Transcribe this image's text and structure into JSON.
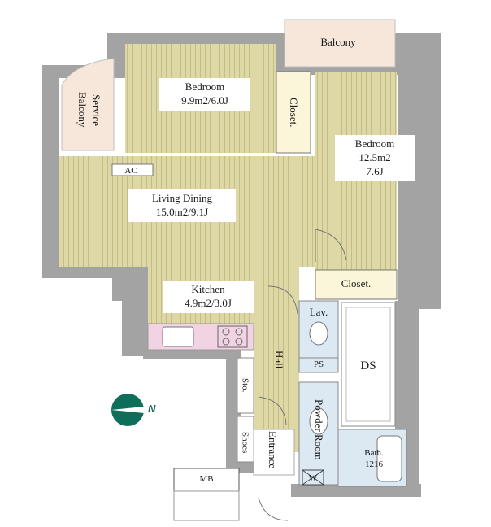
{
  "rooms": {
    "balcony": "Balcony",
    "service_balcony": "Service Balcony",
    "bedroom1_name": "Bedroom",
    "bedroom1_area": "9.9m2/6.0J",
    "closet1": "Closet.",
    "bedroom2_name": "Bedroom",
    "bedroom2_area": "12.5m2",
    "bedroom2_jo": "7.6J",
    "ac": "AC",
    "living_name": "Living Dining",
    "living_area": "15.0m2/9.1J",
    "kitchen_name": "Kitchen",
    "kitchen_area": "4.9m2/3.0J",
    "closet2": "Closet.",
    "lav": "Lav.",
    "ps": "PS",
    "ds": "DS",
    "hall": "Hall",
    "sto": "Sto.",
    "shoes": "Shoes",
    "powder_room": "Powder Room",
    "entrance": "Entrance",
    "bath_name": "Bath.",
    "bath_size": "1216",
    "w": "W",
    "mb": "MB"
  },
  "compass": {
    "label": "N",
    "color": "#0f6e5a"
  },
  "colors": {
    "wall": "#a3a3a3",
    "floor": "#ddd8a6",
    "floor_line": "#c4bd86",
    "wet_room": "#dce9f3",
    "balcony": "#f6e7da",
    "closet": "#fbf6da",
    "kitchen_counter": "#f2d3e3"
  }
}
